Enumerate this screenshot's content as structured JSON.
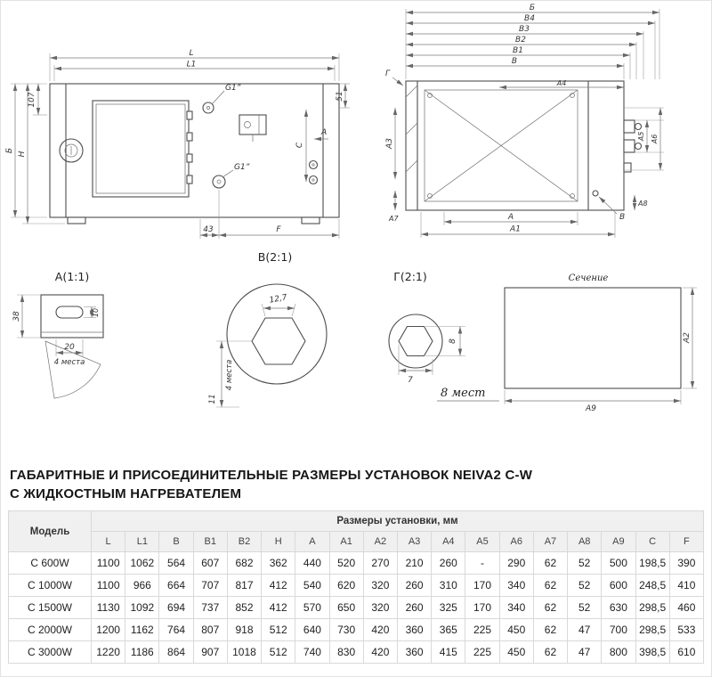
{
  "page": {
    "heading_line1": "ГАБАРИТНЫЕ И ПРИСОЕДИНИТЕЛЬНЫЕ РАЗМЕРЫ УСТАНОВОК NEIVA2 C-W",
    "heading_line2": "С ЖИДКОСТНЫМ НАГРЕВАТЕЛЕМ"
  },
  "drawings": {
    "front": {
      "dim_L": "L",
      "dim_L1": "L1",
      "dim_107": "107",
      "dim_B": "Б",
      "dim_H": "H",
      "dim_C": "C",
      "dim_51": "51",
      "dim_43": "43",
      "dim_F": "F",
      "g1_top": "G1”",
      "g1_bottom": "G1”",
      "section_mark": "А"
    },
    "top": {
      "dim_B": "Б",
      "dim_B4": "В4",
      "dim_B3": "В3",
      "dim_B2": "В2",
      "dim_B1": "В1",
      "dim_Bv": "В",
      "dim_A4": "А4",
      "callout_G": "Г",
      "dim_A3": "А3",
      "dim_A5": "А5",
      "dim_A6": "А6",
      "dim_A7": "А7",
      "dim_A": "А",
      "dim_A1": "А1",
      "dim_A8": "А8",
      "callout_B": "В"
    },
    "detail_a": {
      "title": "А(1:1)",
      "dim_38": "38",
      "dim_10": "10",
      "dim_20": "20",
      "note": "4 места"
    },
    "detail_b": {
      "title": "В(2:1)",
      "dim_127": "12,7",
      "dim_11": "11",
      "note": "4 места"
    },
    "detail_g": {
      "title": "Г(2:1)",
      "dim_8": "8",
      "dim_7": "7",
      "note": "8 мест"
    },
    "section": {
      "title": "Сечение",
      "dim_A2": "А2",
      "dim_A9": "А9"
    }
  },
  "table": {
    "model_header": "Модель",
    "group_header": "Размеры установки, мм",
    "columns": [
      "L",
      "L1",
      "B",
      "B1",
      "B2",
      "H",
      "A",
      "A1",
      "A2",
      "A3",
      "A4",
      "A5",
      "A6",
      "A7",
      "A8",
      "A9",
      "C",
      "F"
    ],
    "rows": [
      {
        "model": "C 600W",
        "values": [
          "1100",
          "1062",
          "564",
          "607",
          "682",
          "362",
          "440",
          "520",
          "270",
          "210",
          "260",
          "-",
          "290",
          "62",
          "52",
          "500",
          "198,5",
          "390"
        ]
      },
      {
        "model": "C 1000W",
        "values": [
          "1100",
          "966",
          "664",
          "707",
          "817",
          "412",
          "540",
          "620",
          "320",
          "260",
          "310",
          "170",
          "340",
          "62",
          "52",
          "600",
          "248,5",
          "410"
        ]
      },
      {
        "model": "C 1500W",
        "values": [
          "1130",
          "1092",
          "694",
          "737",
          "852",
          "412",
          "570",
          "650",
          "320",
          "260",
          "325",
          "170",
          "340",
          "62",
          "52",
          "630",
          "298,5",
          "460"
        ]
      },
      {
        "model": "C 2000W",
        "values": [
          "1200",
          "1162",
          "764",
          "807",
          "918",
          "512",
          "640",
          "730",
          "420",
          "360",
          "365",
          "225",
          "450",
          "62",
          "47",
          "700",
          "298,5",
          "533"
        ]
      },
      {
        "model": "C 3000W",
        "values": [
          "1220",
          "1186",
          "864",
          "907",
          "1018",
          "512",
          "740",
          "830",
          "420",
          "360",
          "415",
          "225",
          "450",
          "62",
          "47",
          "800",
          "398,5",
          "610"
        ]
      }
    ]
  }
}
